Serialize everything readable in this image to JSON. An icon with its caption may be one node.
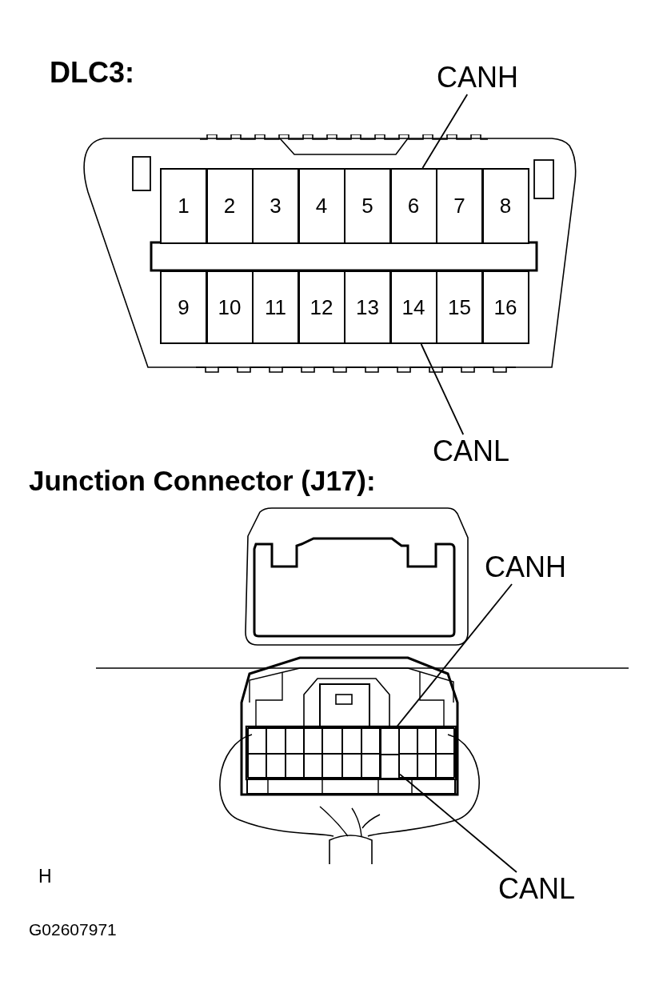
{
  "diagram": {
    "nodes": [
      {
        "text": [],
        "shape": "picture"
      },
      {
        "text": [
          "1"
        ],
        "in": 0
      },
      {
        "text": [
          "2"
        ],
        "in": 0
      },
      {
        "text": [
          "3"
        ],
        "in": 0
      },
      {
        "text": [
          "4"
        ],
        "in": 0
      },
      {
        "text": [
          "5"
        ],
        "in": 0
      },
      {
        "text": [
          "6"
        ],
        "in": 0
      },
      {
        "text": [
          "7"
        ],
        "in": 0
      },
      {
        "text": [
          "8"
        ],
        "in": 0
      },
      {
        "text": [
          "9"
        ],
        "in": 0
      },
      {
        "text": [
          "10"
        ],
        "in": 0
      },
      {
        "text": [
          "11"
        ],
        "in": 0
      },
      {
        "text": [
          "12"
        ],
        "in": 0
      },
      {
        "text": [
          "13"
        ],
        "in": 0
      },
      {
        "text": [
          "14"
        ],
        "in": 0
      },
      {
        "text": [
          "15"
        ],
        "in": 0
      },
      {
        "text": [
          "16"
        ],
        "in": 0
      },
      {
        "text": [
          "CANH"
        ]
      },
      {
        "text": [
          "CANL"
        ]
      },
      {
        "text": [],
        "shape": "picture"
      },
      {
        "text": [],
        "shape": "box",
        "in": 19
      },
      {
        "text": [],
        "shape": "box",
        "in": 19
      },
      {
        "text": [
          "CANH"
        ]
      },
      {
        "text": [
          "CANL"
        ]
      }
    ],
    "edges": [
      {
        "from": 17,
        "to": 6,
        "arrow": "none"
      },
      {
        "from": 18,
        "to": 14,
        "arrow": "none"
      },
      {
        "from": 22,
        "to": 20,
        "arrow": "none"
      },
      {
        "from": 23,
        "to": 21,
        "arrow": "none"
      }
    ],
    "labels": [
      "DLC3:",
      "Junction Connector (J17):",
      "H",
      "G02607971"
    ]
  }
}
